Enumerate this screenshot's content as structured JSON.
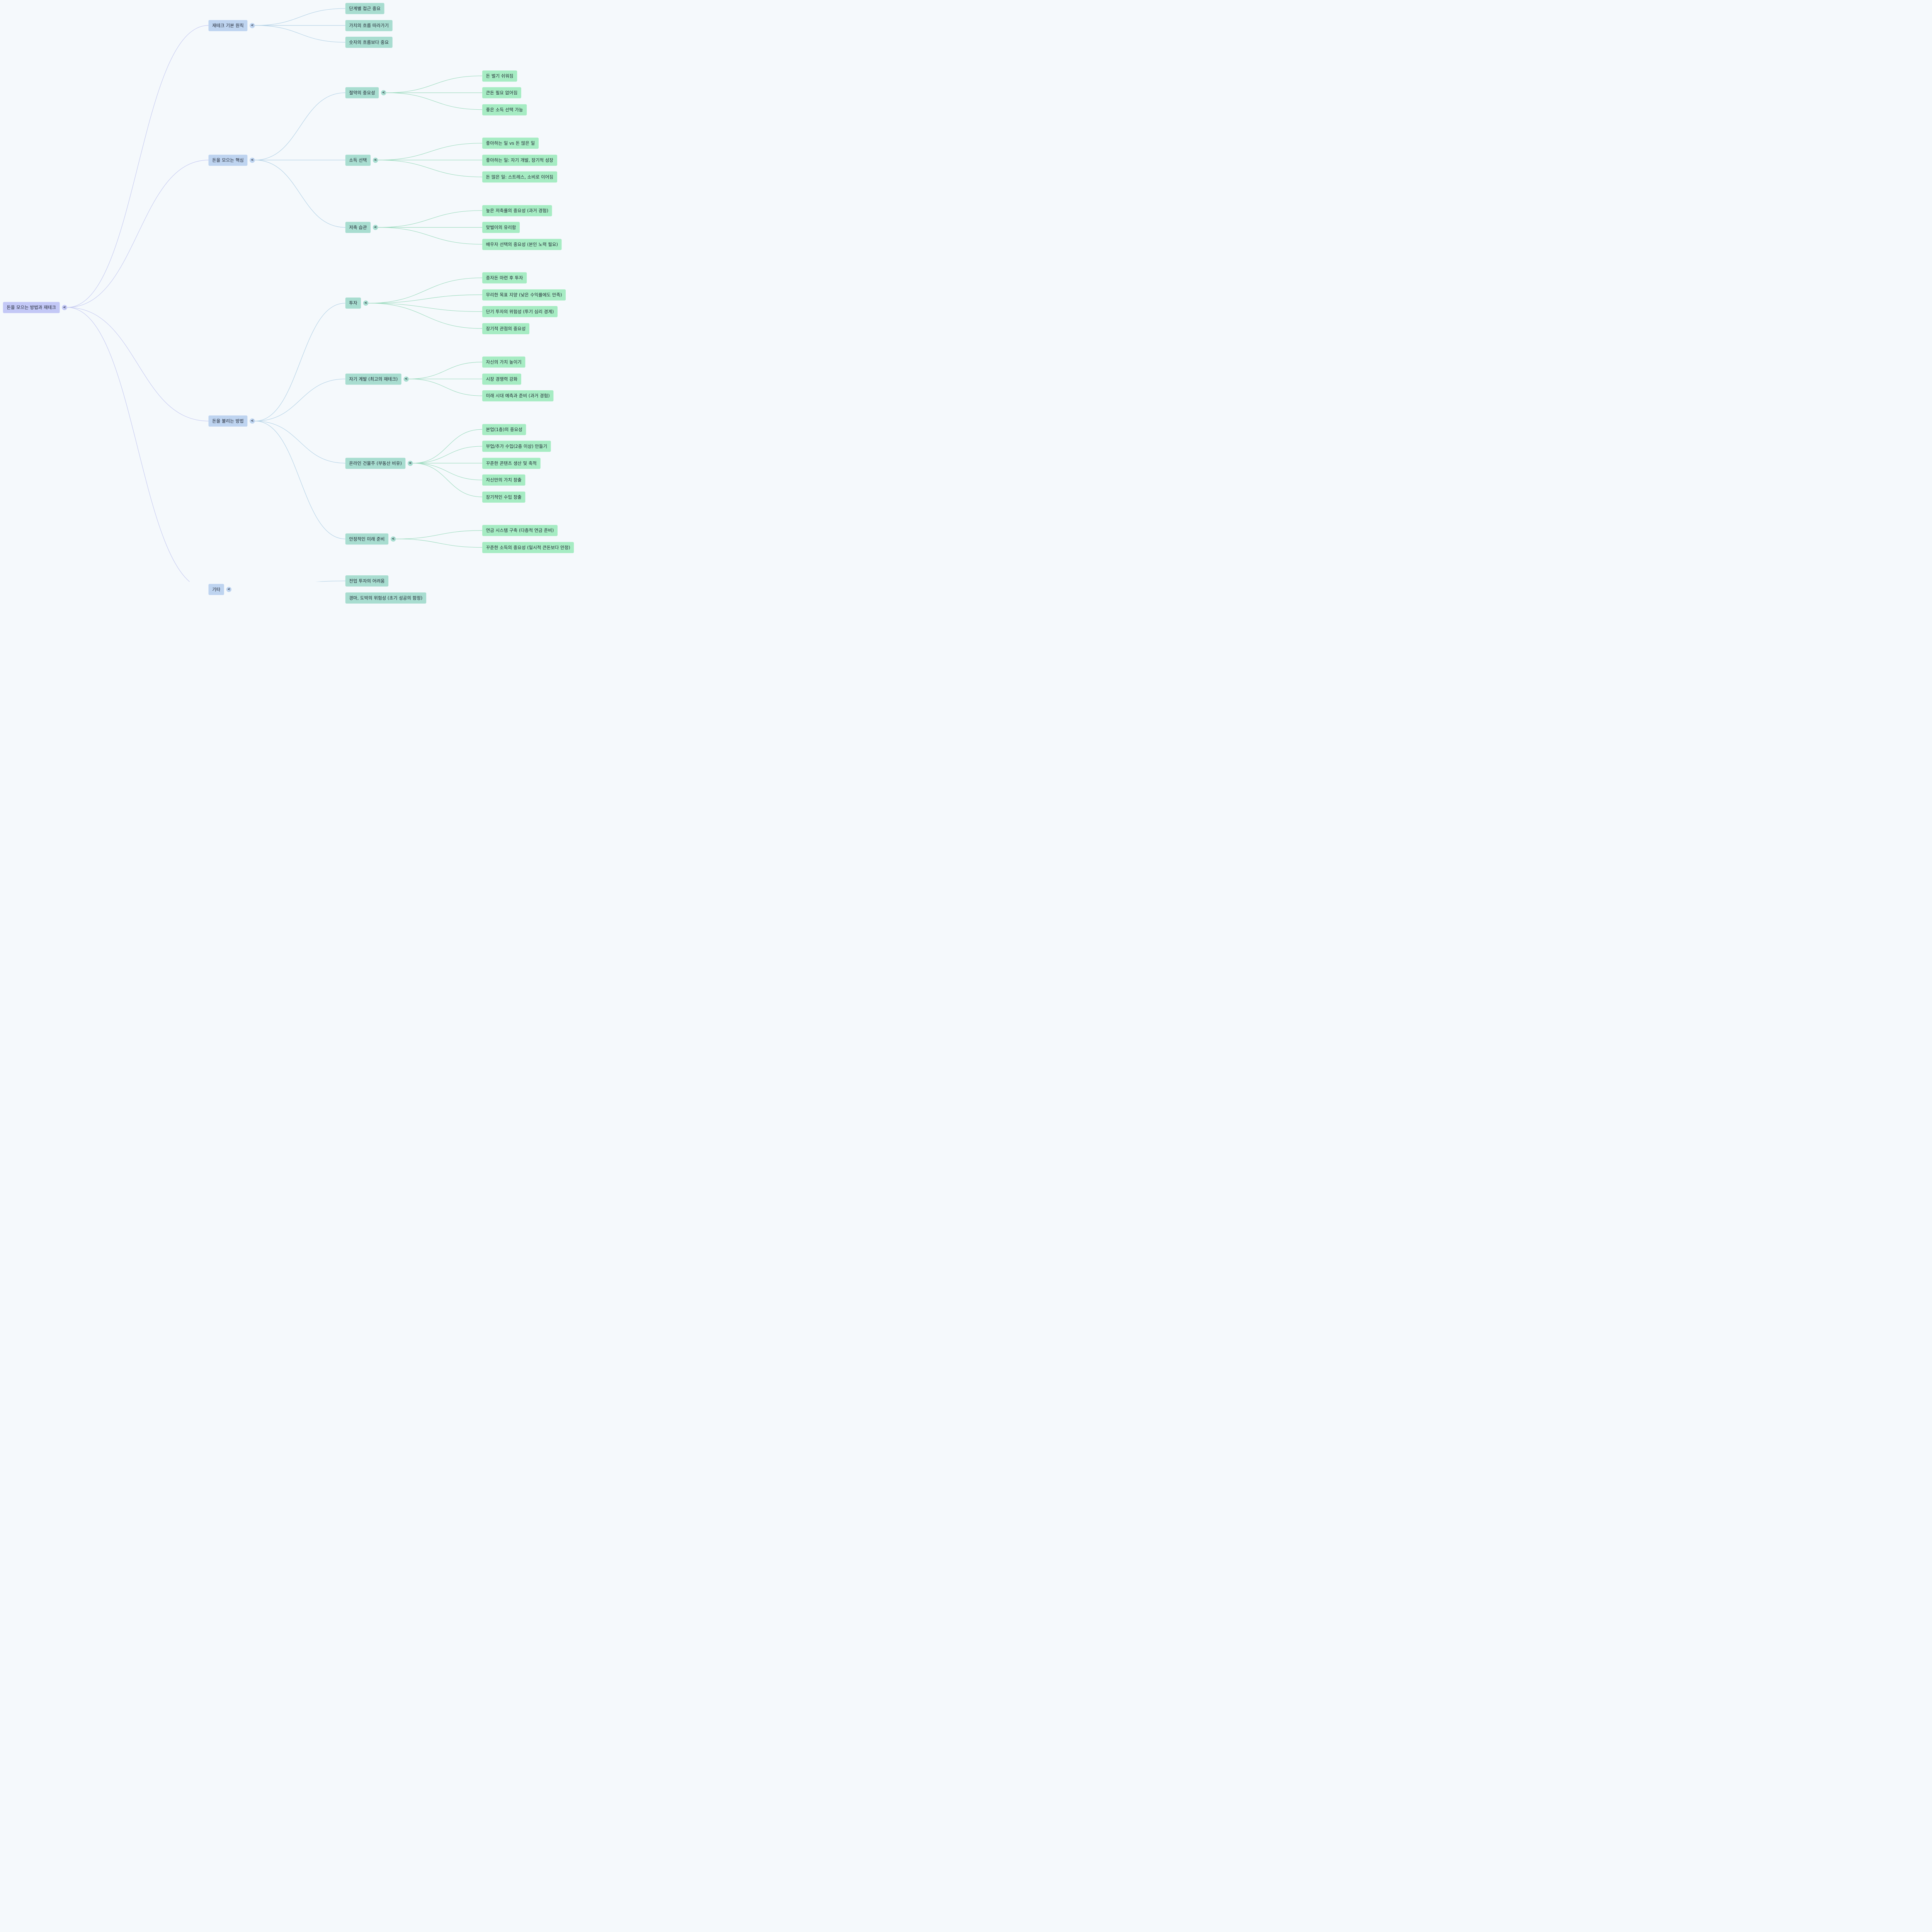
{
  "mindmap": {
    "root": {
      "label": "돈을 모으는 방법과 재테크",
      "toggle": "<",
      "children": [
        {
          "label": "재테크 기본 원칙",
          "toggle": "<",
          "children": [
            {
              "label": "단계별 접근 중요"
            },
            {
              "label": "가치의 흐름 따라가기"
            },
            {
              "label": "숫자의 흐름보다 중요"
            }
          ]
        },
        {
          "label": "돈을 모으는 핵심",
          "toggle": "<",
          "children": [
            {
              "label": "절약의 중요성",
              "toggle": "<",
              "children": [
                {
                  "label": "돈 벌기 쉬워짐"
                },
                {
                  "label": "큰돈 필요 없어짐"
                },
                {
                  "label": "좋은 소득 선택 가능"
                }
              ]
            },
            {
              "label": "소득 선택",
              "toggle": "<",
              "children": [
                {
                  "label": "좋아하는 일 vs 돈 많은 일"
                },
                {
                  "label": "좋아하는 일: 자기 개발, 장기적 성장"
                },
                {
                  "label": "돈 많은 일: 스트레스, 소비로 이어짐"
                }
              ]
            },
            {
              "label": "저축 습관",
              "toggle": "<",
              "children": [
                {
                  "label": "높은 저축률의 중요성 (과거 경험)"
                },
                {
                  "label": "맞벌이의 유리함"
                },
                {
                  "label": "배우자 선택의 중요성 (본인 노력 필요)"
                }
              ]
            }
          ]
        },
        {
          "label": "돈을 불리는 방법",
          "toggle": "<",
          "children": [
            {
              "label": "투자",
              "toggle": "<",
              "children": [
                {
                  "label": "종자돈 마련 후 투자"
                },
                {
                  "label": "무리한 목표 지양 (낮은 수익률에도 만족)"
                },
                {
                  "label": "단기 투자의 위험성 (투기 심리 경계)"
                },
                {
                  "label": "장기적 관점의 중요성"
                }
              ]
            },
            {
              "label": "자기 계발 (최고의 재테크)",
              "toggle": "<",
              "children": [
                {
                  "label": "자신의 가치 높이기"
                },
                {
                  "label": "시장 경쟁력 강화"
                },
                {
                  "label": "미래 시대 예측과 준비 (과거 경험)"
                }
              ]
            },
            {
              "label": "온라인 건물주 (부동산 비유)",
              "toggle": "<",
              "children": [
                {
                  "label": "본업(1층)의 중요성"
                },
                {
                  "label": "부업/추가 수입(2층 이상) 만들기"
                },
                {
                  "label": "꾸준한 콘텐츠 생산 및 축적"
                },
                {
                  "label": "자신만의 가치 창출"
                },
                {
                  "label": "장기적인 수입 창출"
                }
              ]
            },
            {
              "label": "안정적인 미래 준비",
              "toggle": "<",
              "children": [
                {
                  "label": "연금 시스템 구축 (다층적 연금 준비)"
                },
                {
                  "label": "꾸준한 소득의 중요성 (일시적 큰돈보다 안정)"
                }
              ]
            }
          ]
        },
        {
          "label": "기타",
          "toggle": "<",
          "children": [
            {
              "label": "전업 투자의 어려움"
            },
            {
              "label": "경마, 도박의 위험성 (초기 성공의 함정)"
            }
          ]
        }
      ]
    },
    "colors": {
      "background": "#f5f9fc",
      "root": "#c3c8f6",
      "level1": "#bed4f0",
      "level2": "#a8ddd0",
      "level3": "#a6ecc3",
      "edge_root": "#c6cbf1",
      "edge_level1": "#b4d2e6",
      "edge_level2": "#9fdcc0"
    }
  }
}
